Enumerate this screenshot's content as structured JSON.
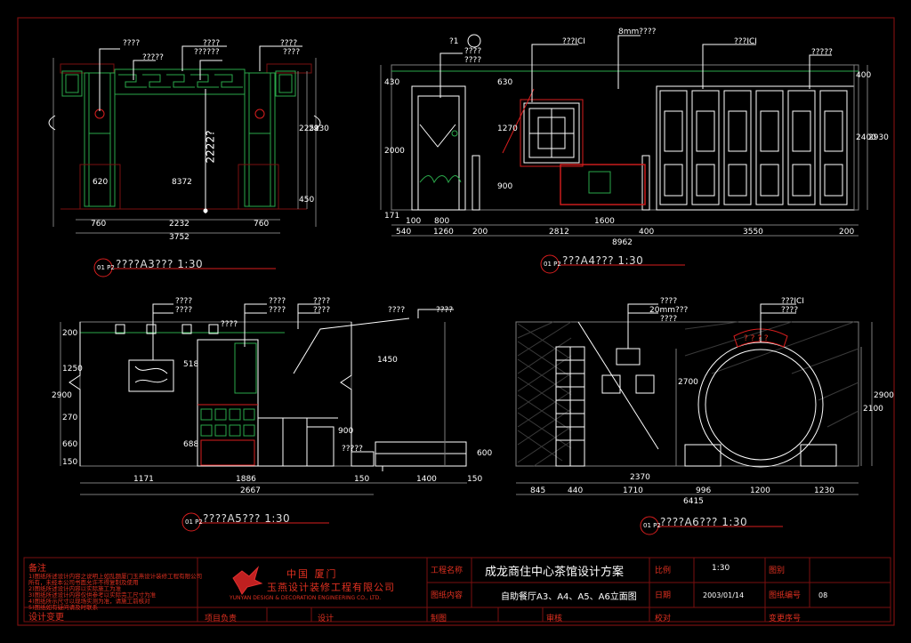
{
  "colors": {
    "frame": "#7a0f0f",
    "line": "#ffffff",
    "green": "#2aa84a",
    "red": "#d81e1e",
    "cyan": "#3ad0d0",
    "dim": "#7d7d7d",
    "yellow": "#e8d040"
  },
  "elevA3": {
    "title": "????A3??? 1:30",
    "circle": "01 P2",
    "dims": [
      "760",
      "2232",
      "760",
      "3752",
      "620",
      "8372",
      "450",
      "2251",
      "2930"
    ],
    "callouts": [
      "????",
      "????",
      "????",
      "??????",
      "?????",
      "????"
    ],
    "height_label": "2222?"
  },
  "elevA4": {
    "title": "???A4??? 1:30",
    "circle": "01 P2",
    "dims": [
      "540",
      "1260",
      "200",
      "2812",
      "400",
      "3550",
      "200",
      "8962",
      "100",
      "800",
      "1600",
      "171",
      "900",
      "2000",
      "630",
      "430",
      "2400",
      "2930",
      "1270",
      "400"
    ],
    "callouts": [
      "????",
      "????",
      "???ICI",
      "8mm????",
      "???ICI",
      "?????"
    ],
    "mark": "?1"
  },
  "elevA5": {
    "title": "????A5??? 1:30",
    "circle": "01 P2",
    "dims": [
      "1171",
      "1886",
      "150",
      "1400",
      "150",
      "2667",
      "2900",
      "1250",
      "200",
      "270",
      "660",
      "150",
      "600",
      "900",
      "1450",
      "688",
      "518"
    ],
    "callouts": [
      "????",
      "????",
      "????",
      "????",
      "????",
      "????",
      "????",
      "????",
      "????",
      "?????"
    ]
  },
  "elevA6": {
    "title": "????A6??? 1:30",
    "circle": "01 P2",
    "dims": [
      "845",
      "440",
      "1710",
      "996",
      "1200",
      "1230",
      "6415",
      "2370",
      "2900",
      "2100",
      "2700"
    ],
    "callouts": [
      "????",
      "20mm???",
      "????",
      "???ICI",
      "????"
    ],
    "arch_sign": "? ? ? ?"
  },
  "titleblock": {
    "notes_head": "备注",
    "notes": [
      "1)图纸所述设计内容之说明上如乱题厦门玉燕设计装修工程有限公司",
      "所有，未经本公司书面允许不得复制及使用",
      "2)图纸所述设计内容以实际施工为准",
      "3)图纸所述设计内容仅供参考以实际完工尺寸为准",
      "4)图纸所示尺寸以现场实测为准，请施工前核对",
      "5)图纸如有疑问请及时联系"
    ],
    "change_head": "设计变更",
    "company_cn_top": "中国    厦门",
    "company_cn": "玉燕设计装修工程有限公司",
    "company_en": "YUNYAN DESIGN & DECORATION ENGINEERING CO., LTD.",
    "project_label": "工程名称",
    "project_name": "成龙商住中心茶馆设计方案",
    "content_label": "图纸内容",
    "content": "自助餐厅A3、A4、A5、A6立面图",
    "scale_label": "比例",
    "scale": "1:30",
    "date_label": "日期",
    "date": "2003/01/14",
    "draw_label": "图别",
    "num_label": "图纸编号",
    "num": "08",
    "leader_label": "项目负责",
    "design_label": "设计",
    "drawn_label": "制图",
    "check_label": "审核",
    "verify_label": "校对",
    "seq_label": "变更序号"
  }
}
